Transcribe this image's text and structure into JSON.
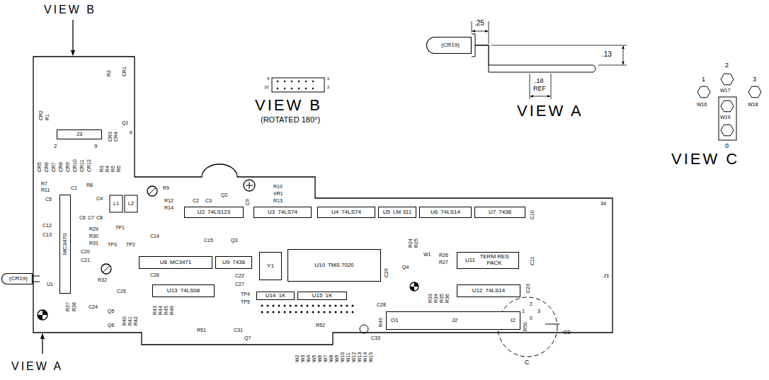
{
  "diagram": {
    "nodes": [
      {
        "text": [
          "MC3470"
        ]
      },
      {
        "text": [
          "U2",
          "74LS123"
        ]
      },
      {
        "text": [
          "U3",
          "74LS74"
        ]
      },
      {
        "text": [
          "U4",
          "74LS74"
        ]
      },
      {
        "text": [
          "U5",
          "LM 311"
        ]
      },
      {
        "text": [
          "U6",
          "74LS14"
        ]
      },
      {
        "text": [
          "U7",
          "7438"
        ]
      },
      {
        "text": [
          "U8",
          "MC3471"
        ]
      },
      {
        "text": [
          "U9",
          "7438"
        ]
      },
      {
        "text": [
          "Y1"
        ]
      },
      {
        "text": [
          "U10",
          "TMS 7020"
        ]
      },
      {
        "text": [
          "U11",
          "TERM RES PACK"
        ]
      },
      {
        "text": [
          "U12",
          "74LS14"
        ]
      },
      {
        "text": [
          "U13",
          "74LS08"
        ]
      },
      {
        "text": [
          "U14",
          "1K"
        ]
      },
      {
        "text": [
          "U15",
          "1K"
        ]
      },
      {
        "text": [
          "O1",
          "J2",
          "I2"
        ]
      },
      {
        "text": [
          "J3"
        ]
      },
      {
        "text": [
          "(CR19)"
        ]
      },
      {
        "text": [
          "(CR19)"
        ]
      }
    ],
    "labels": [
      "VIEW B",
      "VIEW B",
      "(ROTATED 180°)",
      "9",
      "10",
      "1",
      "2",
      "VIEW A",
      "VIEW A",
      ".25",
      ".13",
      ".18",
      "REF",
      "VIEW C",
      "1",
      "2",
      "3",
      "W16",
      "W17",
      "W18",
      "W19",
      "0",
      "R2",
      "CR1",
      "Q1",
      "E",
      "CR2",
      "R1",
      "2",
      "9",
      "CR3",
      "CR4",
      "CR5",
      "CR6",
      "CR7",
      "CR8",
      "CR9",
      "CR10",
      "CR11",
      "CR12",
      "R3",
      "R4",
      "R5",
      "R6",
      "R7",
      "R11",
      "C1",
      "R8",
      "C4",
      "L1",
      "L2",
      "C5",
      "C6",
      "C7",
      "C8",
      "R9",
      "R12",
      "R14",
      "C2",
      "C3",
      "Q2",
      "C9",
      "R10",
      "VR1",
      "R13",
      "C12",
      "C13",
      "R29",
      "R30",
      "R31",
      "C20",
      "C21",
      "TP1",
      "TP3",
      "TP2",
      "U1",
      "R32",
      "C14",
      "C15",
      "Q3",
      "C26",
      "C25",
      "C24",
      "R37",
      "R38",
      "Q5",
      "Q6",
      "R40",
      "R41",
      "R42",
      "R43",
      "R44",
      "R45",
      "R46",
      "C22",
      "C27",
      "TP4",
      "TP5",
      "C28",
      "C29",
      "Q4",
      "R24",
      "R25",
      "W1",
      "R26",
      "R27",
      "R33",
      "R34",
      "R35",
      "R36",
      "C10",
      "C11",
      "C23",
      "R49",
      "R50",
      "2",
      "1",
      "3",
      "0",
      "O2",
      "C",
      "J1",
      "34",
      "R51",
      "C31",
      "Q7",
      "R52",
      "C33",
      "W2",
      "W3",
      "W4",
      "W5",
      "W6",
      "W7",
      "W8",
      "W9",
      "W10",
      "W11",
      "W12",
      "W13",
      "W14",
      "W15"
    ]
  }
}
